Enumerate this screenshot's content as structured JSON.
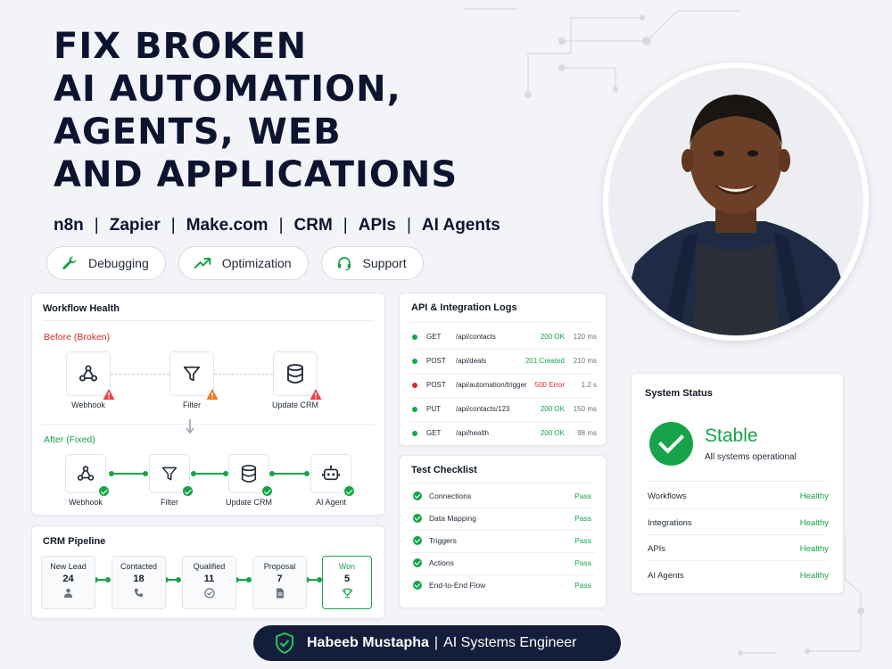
{
  "headline": {
    "line1": "FIX BROKEN",
    "line2": "AI AUTOMATION,",
    "line3": "AGENTS, WEB",
    "line4": "AND APPLICATIONS"
  },
  "tech_stack": [
    "n8n",
    "Zapier",
    "Make.com",
    "CRM",
    "APIs",
    "AI Agents"
  ],
  "services": [
    {
      "label": "Debugging",
      "icon": "wrench-icon"
    },
    {
      "label": "Optimization",
      "icon": "trending-up-icon"
    },
    {
      "label": "Support",
      "icon": "headset-icon"
    }
  ],
  "workflow_health": {
    "title": "Workflow Health",
    "before_label": "Before (Broken)",
    "after_label": "After (Fixed)",
    "before_nodes": [
      {
        "label": "Webhook",
        "icon": "webhook-icon"
      },
      {
        "label": "Filter",
        "icon": "filter-icon"
      },
      {
        "label": "Update CRM",
        "icon": "database-icon"
      }
    ],
    "after_nodes": [
      {
        "label": "Webhook",
        "icon": "webhook-icon"
      },
      {
        "label": "Filter",
        "icon": "filter-icon"
      },
      {
        "label": "Update CRM",
        "icon": "database-icon"
      },
      {
        "label": "AI Agent",
        "icon": "robot-icon"
      }
    ]
  },
  "crm_pipeline": {
    "title": "CRM Pipeline",
    "stages": [
      {
        "name": "New Lead",
        "count": "24",
        "icon": "user-icon"
      },
      {
        "name": "Contacted",
        "count": "18",
        "icon": "phone-icon"
      },
      {
        "name": "Qualified",
        "count": "11",
        "icon": "check-circle-icon"
      },
      {
        "name": "Proposal",
        "count": "7",
        "icon": "document-icon"
      },
      {
        "name": "Won",
        "count": "5",
        "icon": "trophy-icon"
      }
    ]
  },
  "api_logs": {
    "title": "API & Integration Logs",
    "rows": [
      {
        "method": "GET",
        "path": "/api/contacts",
        "status": "200 OK",
        "time": "120 ms",
        "ok": true
      },
      {
        "method": "POST",
        "path": "/api/deals",
        "status": "201 Created",
        "time": "210 ms",
        "ok": true
      },
      {
        "method": "POST",
        "path": "/api/automation/trigger",
        "status": "500 Error",
        "time": "1.2 s",
        "ok": false
      },
      {
        "method": "PUT",
        "path": "/api/contacts/123",
        "status": "200 OK",
        "time": "150 ms",
        "ok": true
      },
      {
        "method": "GET",
        "path": "/api/health",
        "status": "200 OK",
        "time": "98 ms",
        "ok": true
      }
    ]
  },
  "test_checklist": {
    "title": "Test Checklist",
    "rows": [
      {
        "label": "Connections",
        "result": "Pass"
      },
      {
        "label": "Data Mapping",
        "result": "Pass"
      },
      {
        "label": "Triggers",
        "result": "Pass"
      },
      {
        "label": "Actions",
        "result": "Pass"
      },
      {
        "label": "End-to-End Flow",
        "result": "Pass"
      }
    ]
  },
  "system_status": {
    "title": "System Status",
    "state": "Stable",
    "subtitle": "All systems operational",
    "rows": [
      {
        "label": "Workflows",
        "value": "Healthy"
      },
      {
        "label": "Integrations",
        "value": "Healthy"
      },
      {
        "label": "APIs",
        "value": "Healthy"
      },
      {
        "label": "AI Agents",
        "value": "Healthy"
      }
    ]
  },
  "footer": {
    "name": "Habeeb Mustapha",
    "separator": "|",
    "role": "AI Systems Engineer"
  },
  "colors": {
    "navy": "#0d1430",
    "green": "#16a34a",
    "red": "#dc2626",
    "footer_bg": "#141d3a"
  }
}
